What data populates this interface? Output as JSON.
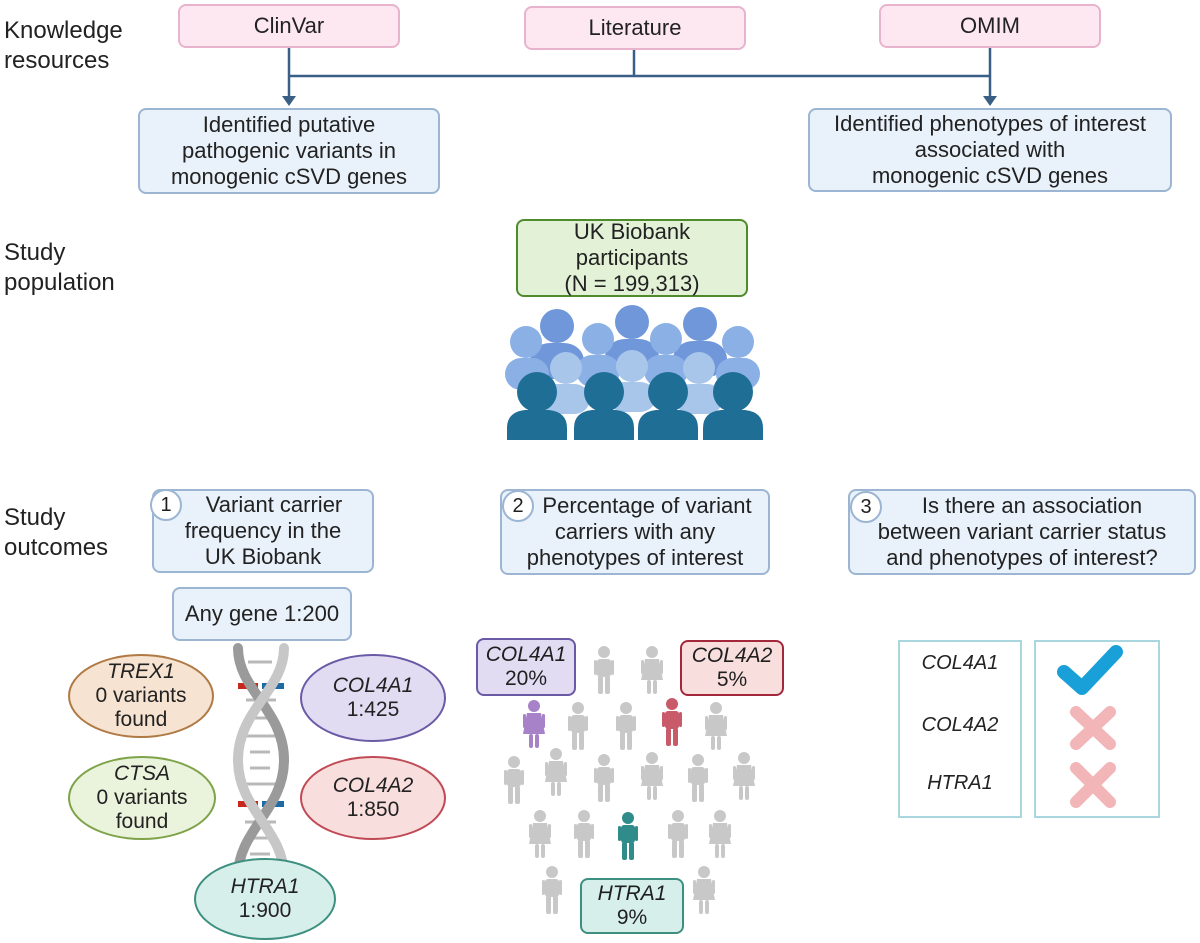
{
  "row_labels": {
    "knowledge": [
      "Knowledge",
      "resources"
    ],
    "population": [
      "Study",
      "population"
    ],
    "outcomes": [
      "Study",
      "outcomes"
    ]
  },
  "resources": [
    "ClinVar",
    "Literature",
    "OMIM"
  ],
  "identified_variants": [
    "Identified putative",
    "pathogenic variants in",
    "monogenic cSVD genes"
  ],
  "identified_phenotypes": [
    "Identified phenotypes of interest",
    "associated with",
    "monogenic cSVD genes"
  ],
  "population": [
    "UK Biobank",
    "participants",
    "(N = 199,313)"
  ],
  "outcomes": [
    {
      "num": "1",
      "lines": [
        "Variant carrier",
        "frequency in the",
        "UK Biobank"
      ]
    },
    {
      "num": "2",
      "lines": [
        "Percentage of variant",
        "carriers with any",
        "phenotypes of interest"
      ]
    },
    {
      "num": "3",
      "lines": [
        "Is there an association",
        "between variant carrier status",
        "and phenotypes of interest?"
      ]
    }
  ],
  "any_gene": "Any gene 1:200",
  "gene_frequencies": [
    {
      "gene": "TREX1",
      "lines": [
        "0 variants",
        "found"
      ],
      "color": "#f6e3d1",
      "border": "#b07a45"
    },
    {
      "gene": "COL4A1",
      "lines": [
        "1:425"
      ],
      "color": "#e2dcf2",
      "border": "#6a5aa6"
    },
    {
      "gene": "CTSA",
      "lines": [
        "0 variants",
        "found"
      ],
      "color": "#eaf3dc",
      "border": "#7ea348"
    },
    {
      "gene": "COL4A2",
      "lines": [
        "1:850"
      ],
      "color": "#f9dede",
      "border": "#c04a55"
    },
    {
      "gene": "HTRA1",
      "lines": [
        "1:900"
      ],
      "color": "#d6efea",
      "border": "#3d8f80"
    }
  ],
  "phenotype_percentages": [
    {
      "gene": "COL4A1",
      "value": "20%",
      "color": "#e2dcf2",
      "border": "#6a5aa6"
    },
    {
      "gene": "COL4A2",
      "value": "5%",
      "color": "#f9dede",
      "border": "#a3283c"
    },
    {
      "gene": "HTRA1",
      "value": "9%",
      "color": "#d6efea",
      "border": "#3d8f80"
    }
  ],
  "associations": [
    {
      "gene": "COL4A1",
      "result": "check-icon",
      "associated": true
    },
    {
      "gene": "COL4A2",
      "result": "cross-icon",
      "associated": false
    },
    {
      "gene": "HTRA1",
      "result": "cross-icon",
      "associated": false
    }
  ],
  "colors": {
    "connector": "#3a5f86",
    "people_dark": "#1f6e96",
    "people_mid": "#6f97d9",
    "people_light": "#a8c6ea",
    "check": "#1aa0d8",
    "cross": "#f2b6b8",
    "figure_grey": "#c8c8c8",
    "figure_purple": "#a882c8",
    "figure_red": "#c85a6a",
    "figure_teal": "#2f8c8a"
  }
}
